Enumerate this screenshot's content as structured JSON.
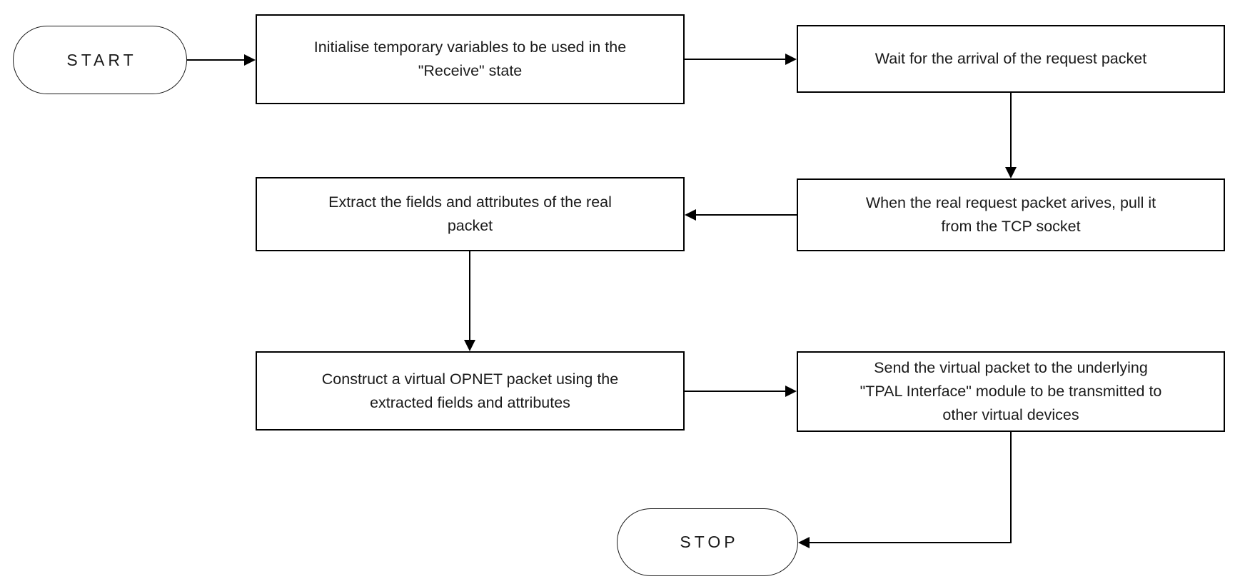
{
  "canvas": {
    "background": "#ffffff",
    "stroke_color": "#000000",
    "text_color": "#1a1a1a"
  },
  "nodes": [
    {
      "id": "start",
      "type": "terminator",
      "label": "START"
    },
    {
      "id": "init",
      "type": "process",
      "label": [
        "Initialise temporary variables to be used in the",
        "\"Receive\" state"
      ]
    },
    {
      "id": "wait",
      "type": "process",
      "label": [
        "Wait for the arrival of the request packet"
      ]
    },
    {
      "id": "pull",
      "type": "process",
      "label": [
        "When the real request packet arives, pull it",
        "from the TCP socket"
      ]
    },
    {
      "id": "extract",
      "type": "process",
      "label": [
        "Extract the fields and attributes of the real",
        "packet"
      ]
    },
    {
      "id": "construct",
      "type": "process",
      "label": [
        "Construct a virtual OPNET packet using the",
        "extracted fields and attributes"
      ]
    },
    {
      "id": "send",
      "type": "process",
      "label": [
        "Send the virtual packet to the underlying",
        "\"TPAL Interface\" module to be transmitted to",
        "other virtual devices"
      ]
    },
    {
      "id": "stop",
      "type": "terminator",
      "label": "STOP"
    }
  ],
  "edges": [
    {
      "from": "start",
      "to": "init"
    },
    {
      "from": "init",
      "to": "wait"
    },
    {
      "from": "wait",
      "to": "pull"
    },
    {
      "from": "pull",
      "to": "extract"
    },
    {
      "from": "extract",
      "to": "construct"
    },
    {
      "from": "construct",
      "to": "send"
    },
    {
      "from": "send",
      "to": "stop"
    }
  ]
}
